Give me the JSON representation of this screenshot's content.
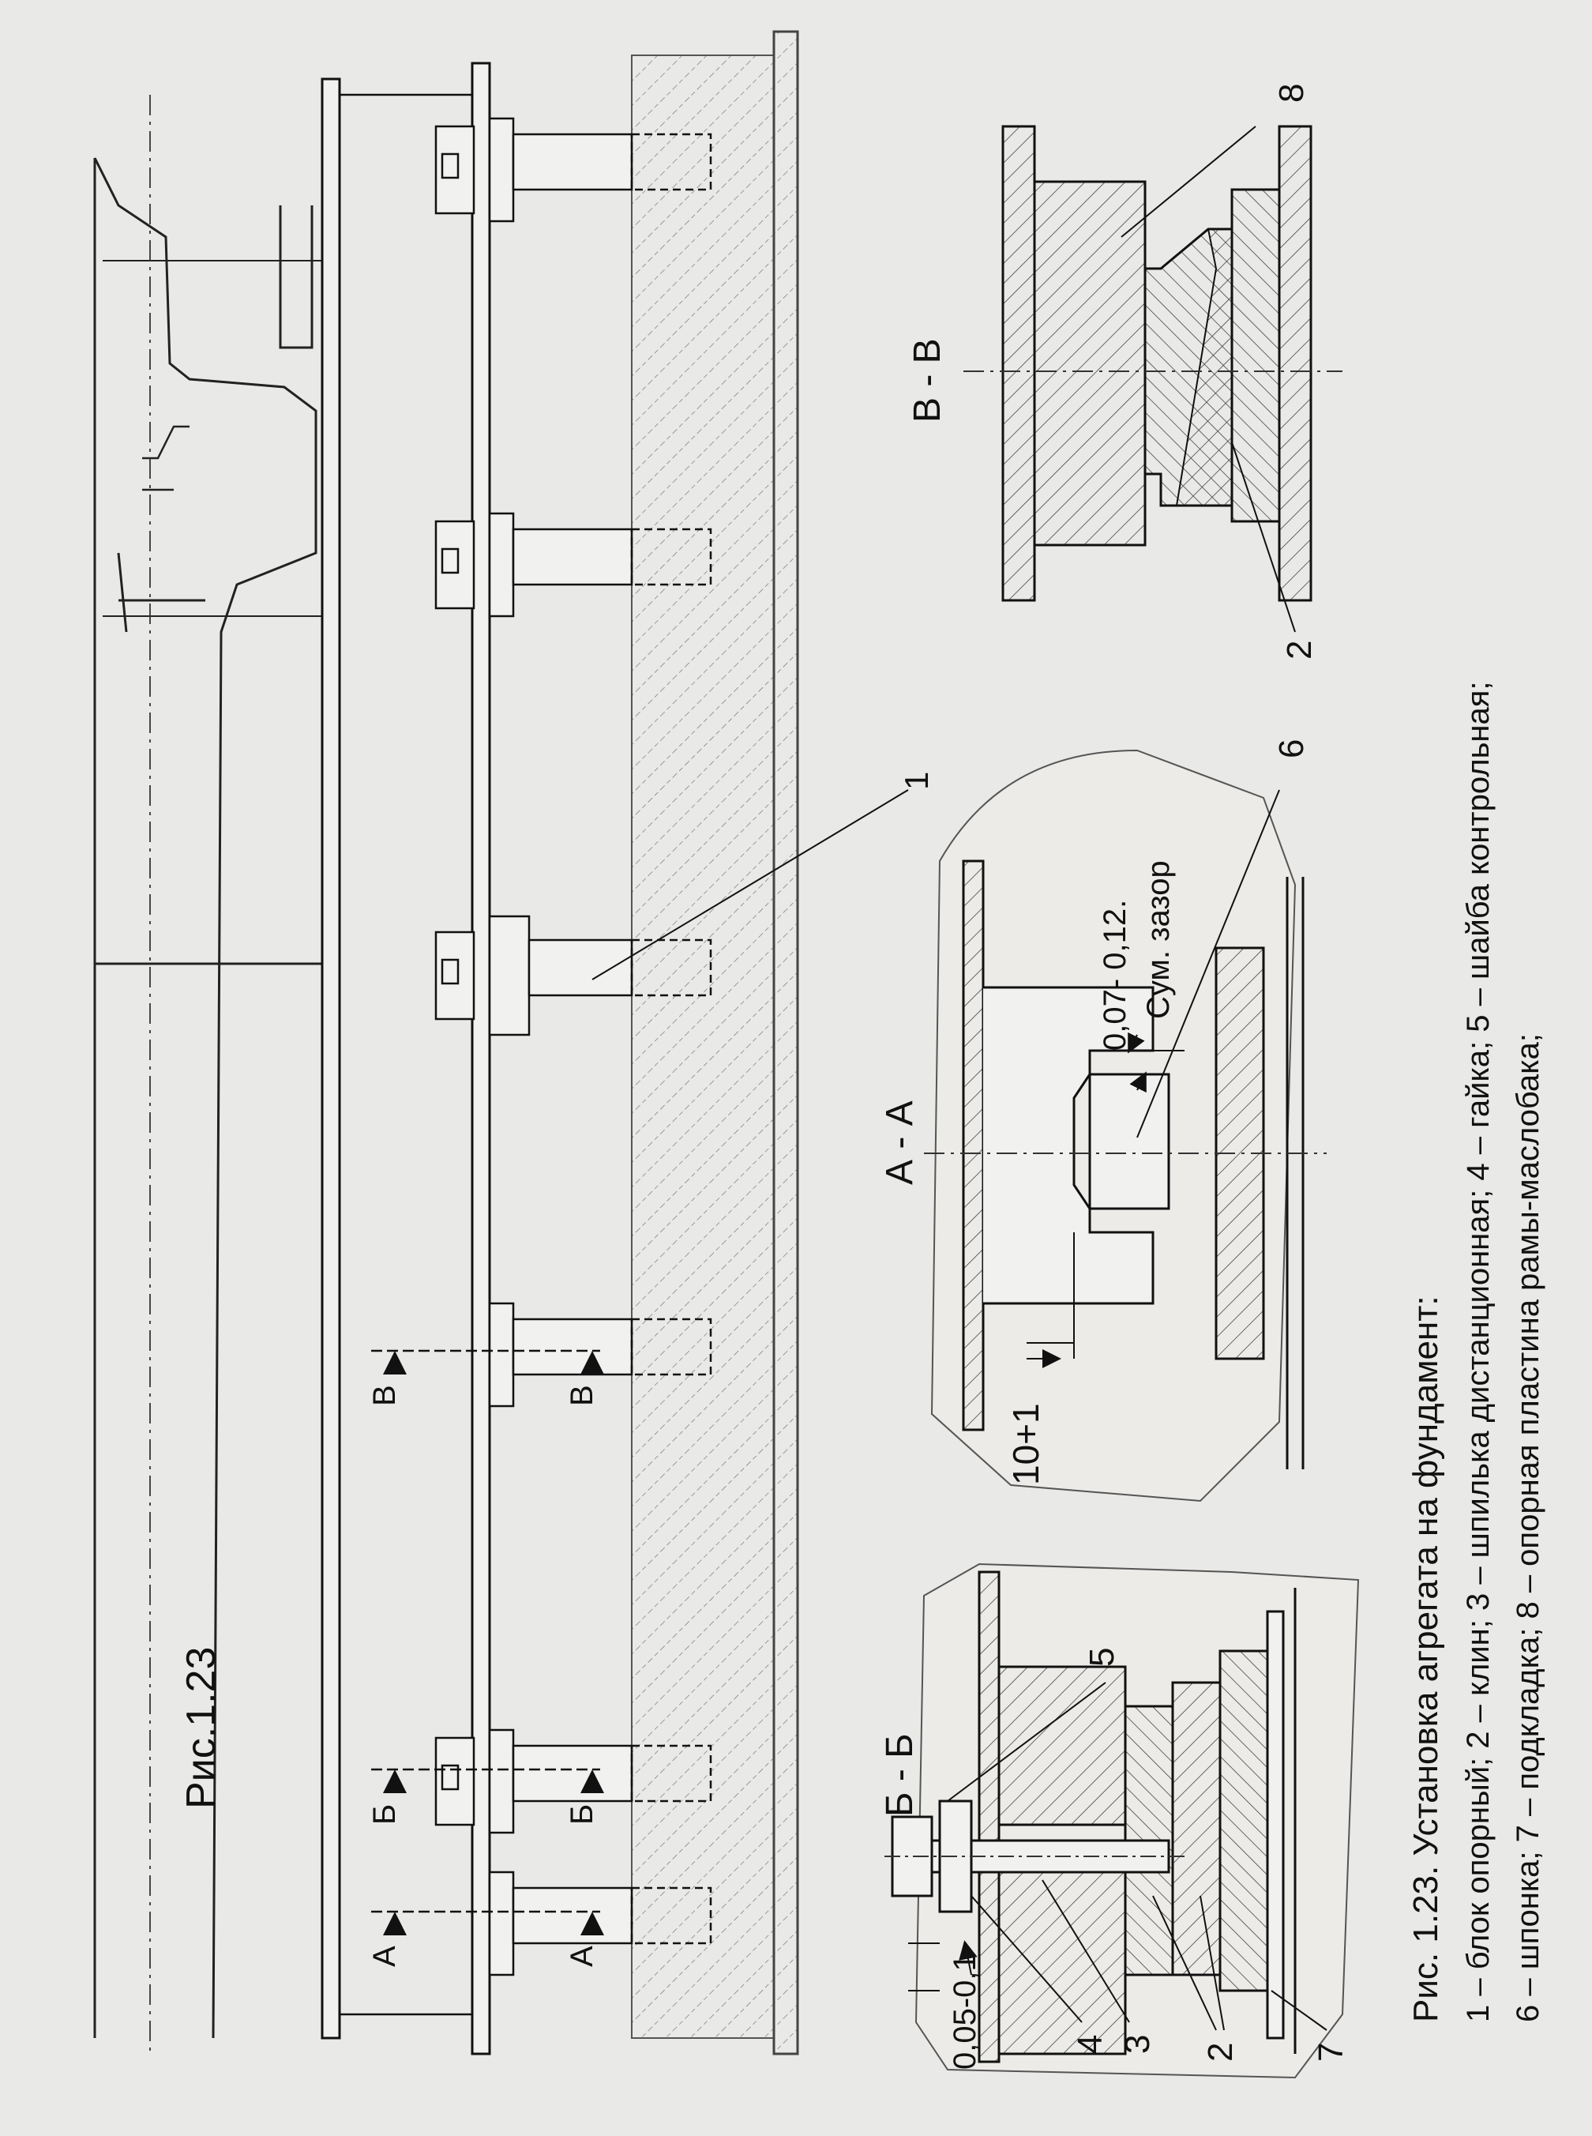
{
  "figure": {
    "label": "Рис.1.23",
    "caption_line1": "Рис. 1.23.   Установка  агрегата  на  фундамент:",
    "caption_line2": "1 – блок опорный; 2 – клин; 3 – шпилька дистанционная; 4 – гайка; 5 – шайба контрольная;",
    "caption_line3": "6 –   шпонка; 7 –  подкладка; 8 – опорная пластина рамы-маслобака;"
  },
  "main_view": {
    "callout_1": "1",
    "section_marks": [
      "А",
      "А",
      "Б",
      "Б",
      "В",
      "В"
    ]
  },
  "section_aa": {
    "title": "А - А",
    "dim_offset": "10+1",
    "dim_gap": "0,07- 0,12.",
    "dim_gap_note": "Сум. зазор",
    "callout_6": "6"
  },
  "section_bb": {
    "title": "Б - Б",
    "dim_gap": "0,05-0,1",
    "callouts": [
      "5",
      "4",
      "3",
      "2",
      "7"
    ]
  },
  "section_vv": {
    "title": "В - В",
    "callouts": [
      "8",
      "2"
    ]
  }
}
